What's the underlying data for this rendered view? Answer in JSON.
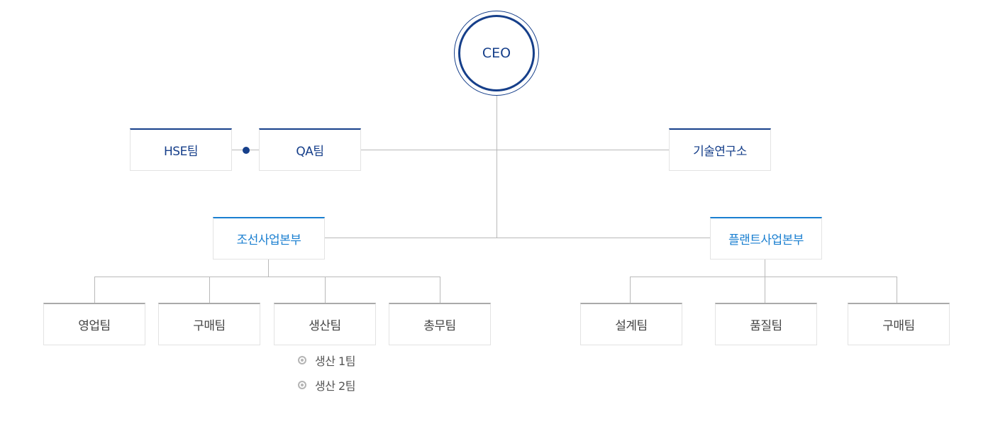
{
  "ceo": {
    "label": "CEO"
  },
  "staff": {
    "hse": "HSE팀",
    "qa": "QA팀",
    "rnd": "기술연구소"
  },
  "divisions": {
    "shipbuilding": {
      "label": "조선사업본부",
      "teams": [
        "영업팀",
        "구매팀",
        "생산팀",
        "총무팀"
      ],
      "production_subteams": [
        "생산 1팀",
        "생산 2팀"
      ]
    },
    "plant": {
      "label": "플랜트사업본부",
      "teams": [
        "설계팀",
        "품질팀",
        "구매팀"
      ]
    }
  },
  "colors": {
    "navy": "#163f8a",
    "blue": "#1a7fd0",
    "gray_border": "#aaaaaa",
    "connector": "#b9b9b9"
  }
}
